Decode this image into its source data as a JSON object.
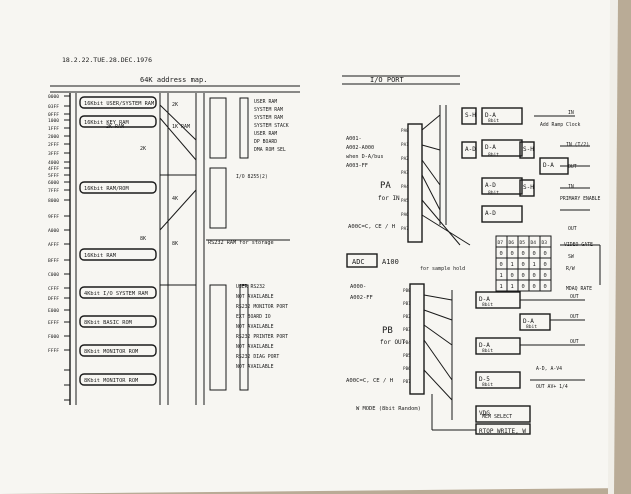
{
  "page": {
    "header_code": "18.2.22.TUE.28.DEC.1976",
    "colors": {
      "paper": "#f7f6f2",
      "ink": "#1a1a1a",
      "backdrop": "#b9ab96"
    }
  },
  "memory_map": {
    "title": "64K   address map.",
    "addresses": [
      "0000",
      "03FF",
      "0FFF",
      "1000",
      "1FFF",
      "2000",
      "2FFF",
      "3FFF",
      "4000",
      "4FFF",
      "5FFF",
      "6000",
      "7FFF",
      "8000",
      "9FFF",
      "A000",
      "AFFF",
      "BFFF",
      "C000",
      "CFFF",
      "DFFF",
      "E000",
      "EFFF",
      "F000",
      "FFFF"
    ],
    "blocks": [
      {
        "label": "16Kbit USER/SYSTEM RAM"
      },
      {
        "label": "16Kbit KEY RAM"
      },
      {
        "label": "16Kbit RAM/ROM"
      },
      {
        "label": "16Kbit RAM"
      },
      {
        "label": "4Kbit I/O SYSTEM RAM"
      },
      {
        "label": "8Kbit BASIC ROM"
      },
      {
        "label": "8Kbit MONITOR ROM"
      },
      {
        "label": "8Kbit MONITOR ROM"
      }
    ],
    "bus_labels": [
      "2K RAM",
      "2K",
      "1K RAM",
      "2K",
      "4K",
      "8K",
      "8K"
    ],
    "side_labels": [
      "USER RAM",
      "SYSTEM RAM",
      "SYSTEM RAM",
      "SYSTEM STACK",
      "USER RAM",
      "DP BOARD",
      "DMA ROM SEL"
    ],
    "io_labels": [
      "I/O  8255(2)",
      "USER RS232",
      "NOT AVAILABLE",
      "RS232 MONITOR PORT",
      "EXT BOARD IO",
      "NOT AVAILABLE",
      "RS232 PRINTER PORT",
      "NOT AVAILABLE",
      "RS232 DIAG PORT",
      "NOT AVAILABLE"
    ],
    "note": "RS232 RAM for storage"
  },
  "io_port": {
    "title": "I/O  PORT",
    "pa": {
      "label": "PA",
      "sub": "for IN",
      "addr_lines": [
        "A001-",
        "A002-A000",
        "when D-A/bus",
        "A003-FF"
      ]
    },
    "pb": {
      "label": "PB",
      "sub": "for OUT",
      "addr_lines": [
        "A000-",
        "A002-FF"
      ]
    },
    "adc": {
      "label": "ADC",
      "addr": "A100",
      "note": "for sample hold"
    },
    "pc_line": "A00C=C,  CE / H",
    "pc_line2": "A00C=C,  CE / H",
    "mode_note": "W MODE (8bit Random)",
    "blocks": [
      "S-H",
      "A-D",
      "S-H",
      "D-A",
      "S-H",
      "A-D",
      "A-D",
      "D-A",
      "D-A",
      "D-A",
      "D-A",
      "VDG",
      "RTOP WRITE"
    ],
    "pa_labels": [
      "D-A",
      "8bit",
      "S/H",
      "D-A",
      "A-D",
      "8bit",
      "S/H"
    ],
    "pb_labels": [
      "D-A",
      "8bit",
      "D-A",
      "8bit",
      "D-A",
      "8bit",
      "D-5",
      "8bit"
    ],
    "vdg_labels": [
      "VDG",
      "MEM SELECT",
      "RTOP WRITE, W"
    ],
    "table_header": [
      "D7",
      "D6",
      "D5",
      "D4",
      "D3"
    ],
    "table_rows": [
      [
        "0",
        "0",
        "0",
        "0",
        "0"
      ],
      [
        "0",
        "1",
        "0",
        "1",
        "0"
      ],
      [
        "1",
        "0",
        "0",
        "0",
        "0"
      ],
      [
        "1",
        "1",
        "0",
        "0",
        "0"
      ]
    ],
    "right_annotations": [
      "IN",
      "Add Ramp Clock",
      "IN (T/2)",
      "OUT",
      "IN",
      "PRIMARY ENABLE",
      "OUT",
      "OUT",
      "OUT",
      "OUT",
      "A-D, A-V4",
      "OUT AV+ 1/4",
      "VIDEO GATE",
      "SW",
      "R/W",
      "MDAQ RATE"
    ],
    "bit_labels": [
      "PA0",
      "PA1",
      "PA2",
      "PA3",
      "PA4",
      "PA5",
      "PA6",
      "PA7",
      "PB0",
      "PB1",
      "PB2",
      "PB3",
      "PB4",
      "PB5",
      "PB6",
      "PB7"
    ]
  }
}
